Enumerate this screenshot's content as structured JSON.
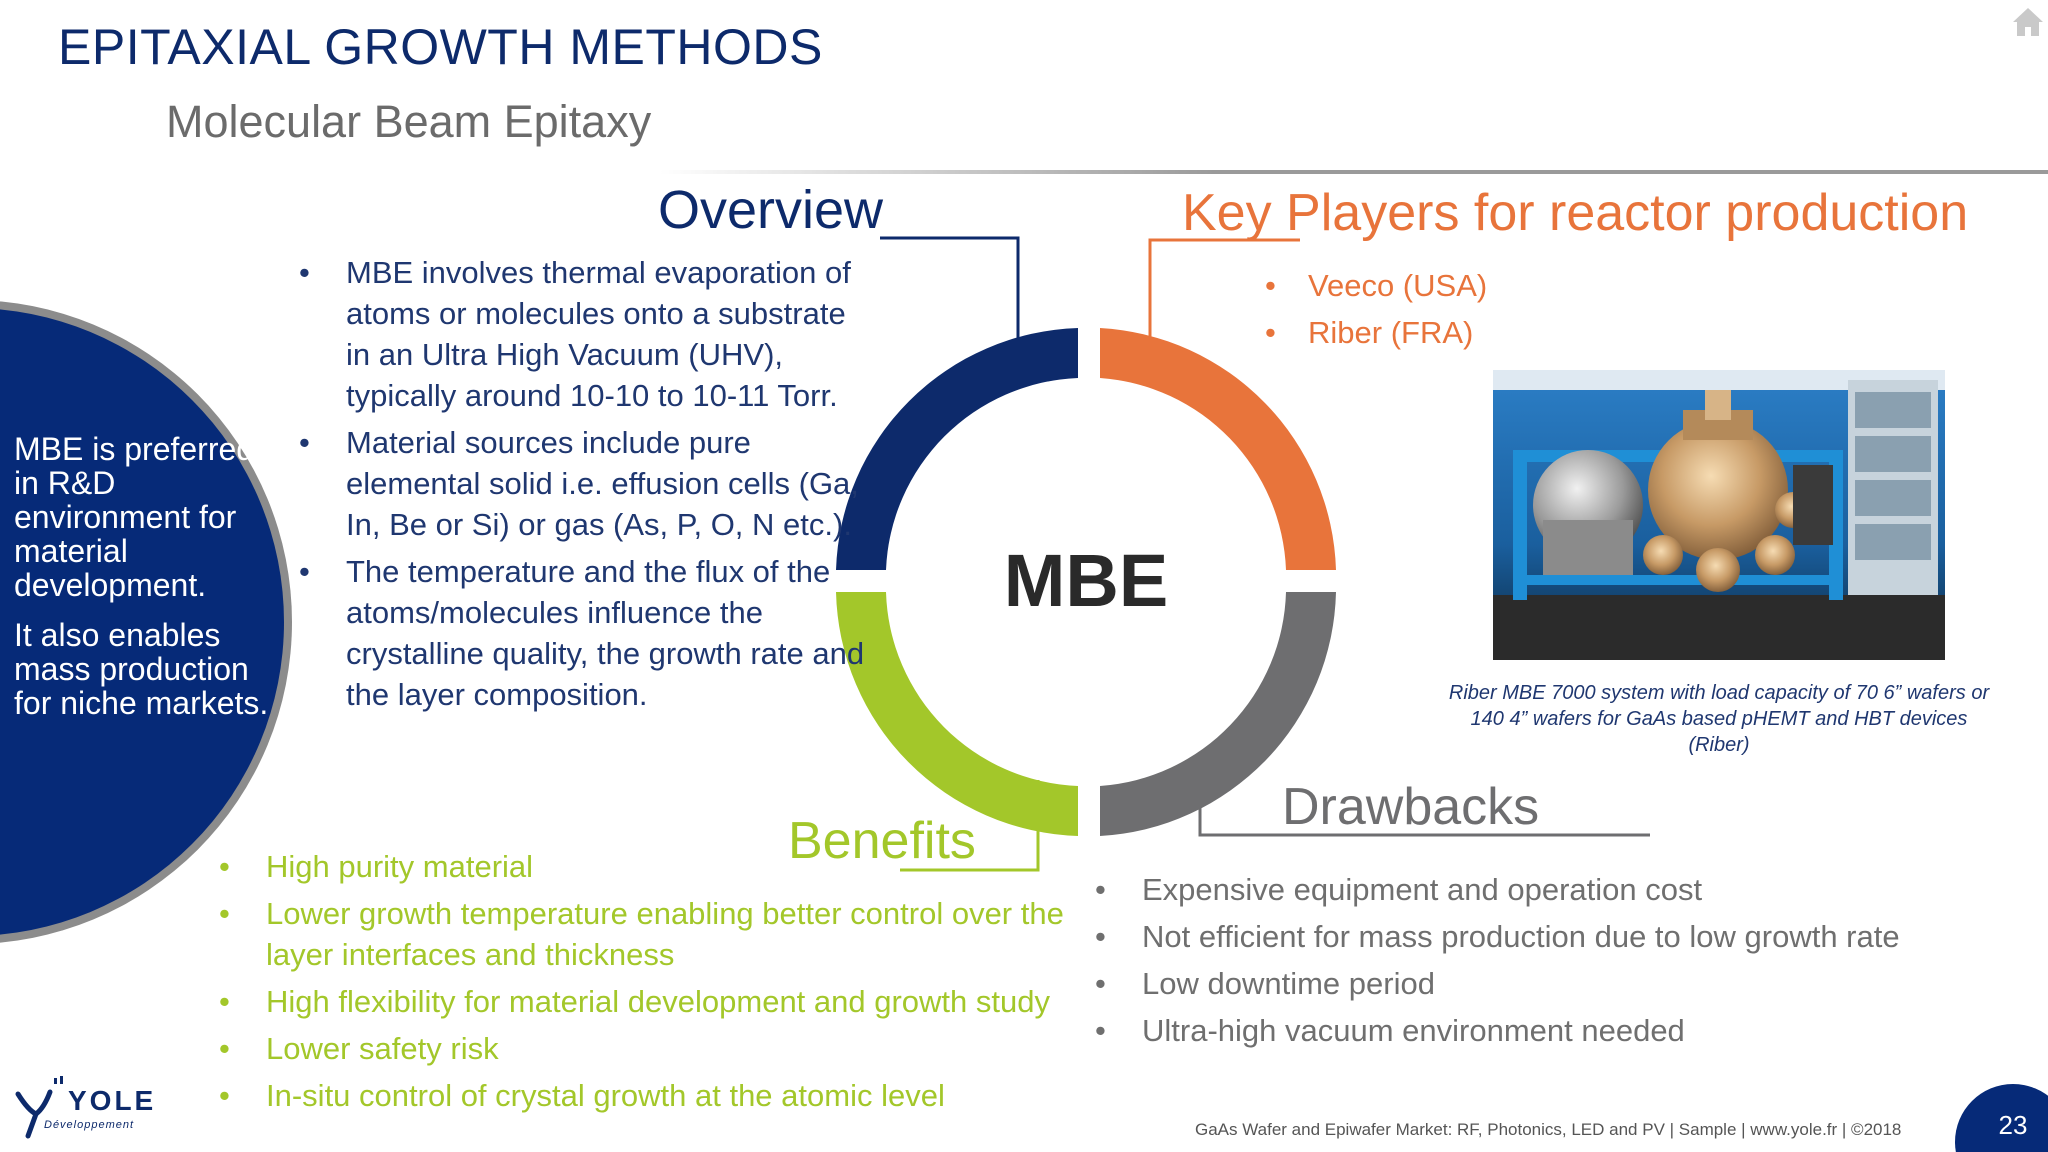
{
  "header": {
    "title": "EPITAXIAL GROWTH METHODS",
    "subtitle": "Molecular Beam Epitaxy"
  },
  "sidebar": {
    "paragraphs": [
      "MBE is preferred in R&D environment for material development.",
      "It also enables mass production for niche markets."
    ]
  },
  "diagram": {
    "center_label": "MBE",
    "overview_heading": "Overview",
    "key_players_heading": "Key Players for reactor production",
    "benefits_heading": "Benefits",
    "drawbacks_heading": "Drawbacks",
    "colors": {
      "overview": "#0d2a6b",
      "key_players": "#e8743b",
      "benefits": "#a3c72a",
      "drawbacks": "#6e6e70"
    }
  },
  "overview": {
    "items": [
      "MBE involves thermal evaporation of atoms or molecules onto a substrate in an Ultra High Vacuum (UHV), typically around 10-10 to 10-11 Torr.",
      "Material sources include pure elemental solid i.e. effusion cells (Ga, In, Be or Si) or gas (As, P, O, N etc.).",
      "The temperature and the flux of the atoms/molecules influence the crystalline quality, the growth rate and the layer composition."
    ]
  },
  "key_players": {
    "items": [
      "Veeco (USA)",
      "Riber (FRA)"
    ]
  },
  "photo": {
    "caption": "Riber MBE 7000 system with load capacity of 70 6” wafers or 140 4” wafers for GaAs based pHEMT and HBT devices (Riber)"
  },
  "benefits": {
    "items": [
      "High purity material",
      "Lower growth temperature enabling better control over the layer interfaces and thickness",
      "High flexibility for material development and growth study",
      "Lower safety risk",
      "In-situ control of crystal growth at the atomic level"
    ]
  },
  "drawbacks": {
    "items": [
      "Expensive equipment and operation cost",
      "Not efficient for mass production due to low growth rate",
      "Low downtime period",
      "Ultra-high vacuum environment needed"
    ]
  },
  "footer": {
    "text": "GaAs Wafer and Epiwafer Market: RF, Photonics, LED and PV  | Sample | www.yole.fr  | ©2018",
    "page_number": "23",
    "logo_main": "YOLE",
    "logo_sub": "Développement"
  },
  "icons": {
    "home": "home-icon"
  }
}
